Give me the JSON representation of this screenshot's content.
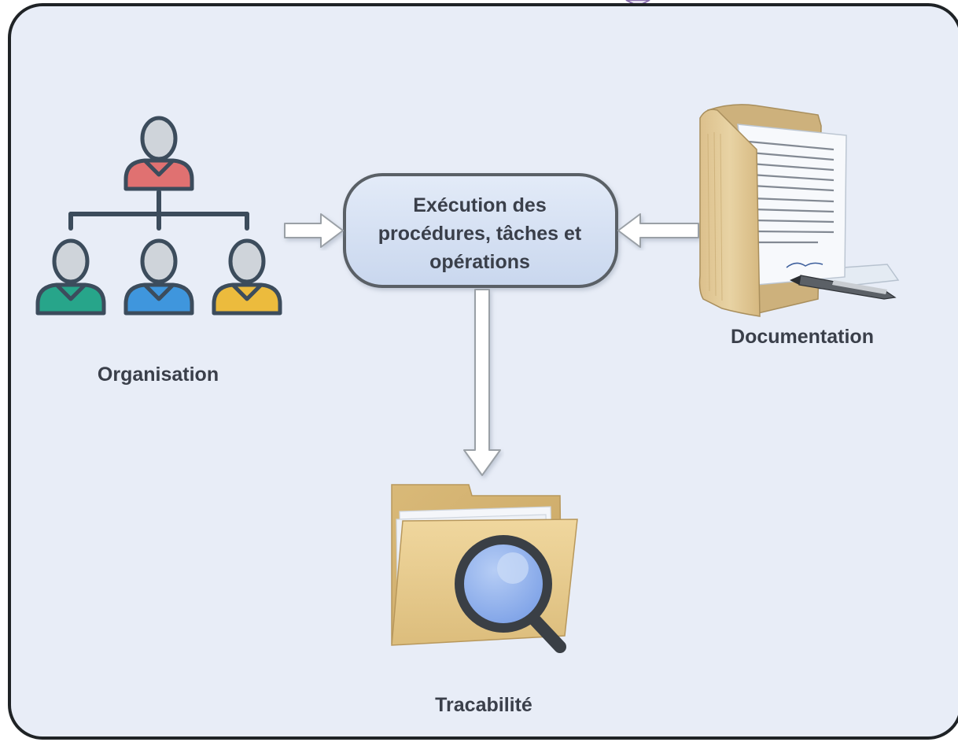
{
  "diagram": {
    "center_node": {
      "lines": [
        "Exécution des",
        "procédures, tâches et",
        "opérations"
      ]
    },
    "nodes": {
      "organisation": {
        "label": "Organisation",
        "icon": "org-chart-icon"
      },
      "documentation": {
        "label": "Documentation",
        "icon": "document-folder-icon"
      },
      "tracabilite": {
        "label": "Tracabilité",
        "icon": "folder-search-icon"
      }
    },
    "colors": {
      "panel_background": "#e8edf7",
      "panel_border": "#1f2326",
      "node_fill": "#d3dff1",
      "node_border": "#555b61",
      "arrow_fill": "#ffffff",
      "arrow_border": "#9aa0a6",
      "person_top": "#e07171",
      "person_green": "#27a58a",
      "person_blue": "#3f96dd",
      "person_yellow": "#ecbb3d",
      "person_outline": "#3c4c5c",
      "folder_tan": "#e3c88b",
      "magnifier_glass": "#8fb0ec"
    }
  }
}
